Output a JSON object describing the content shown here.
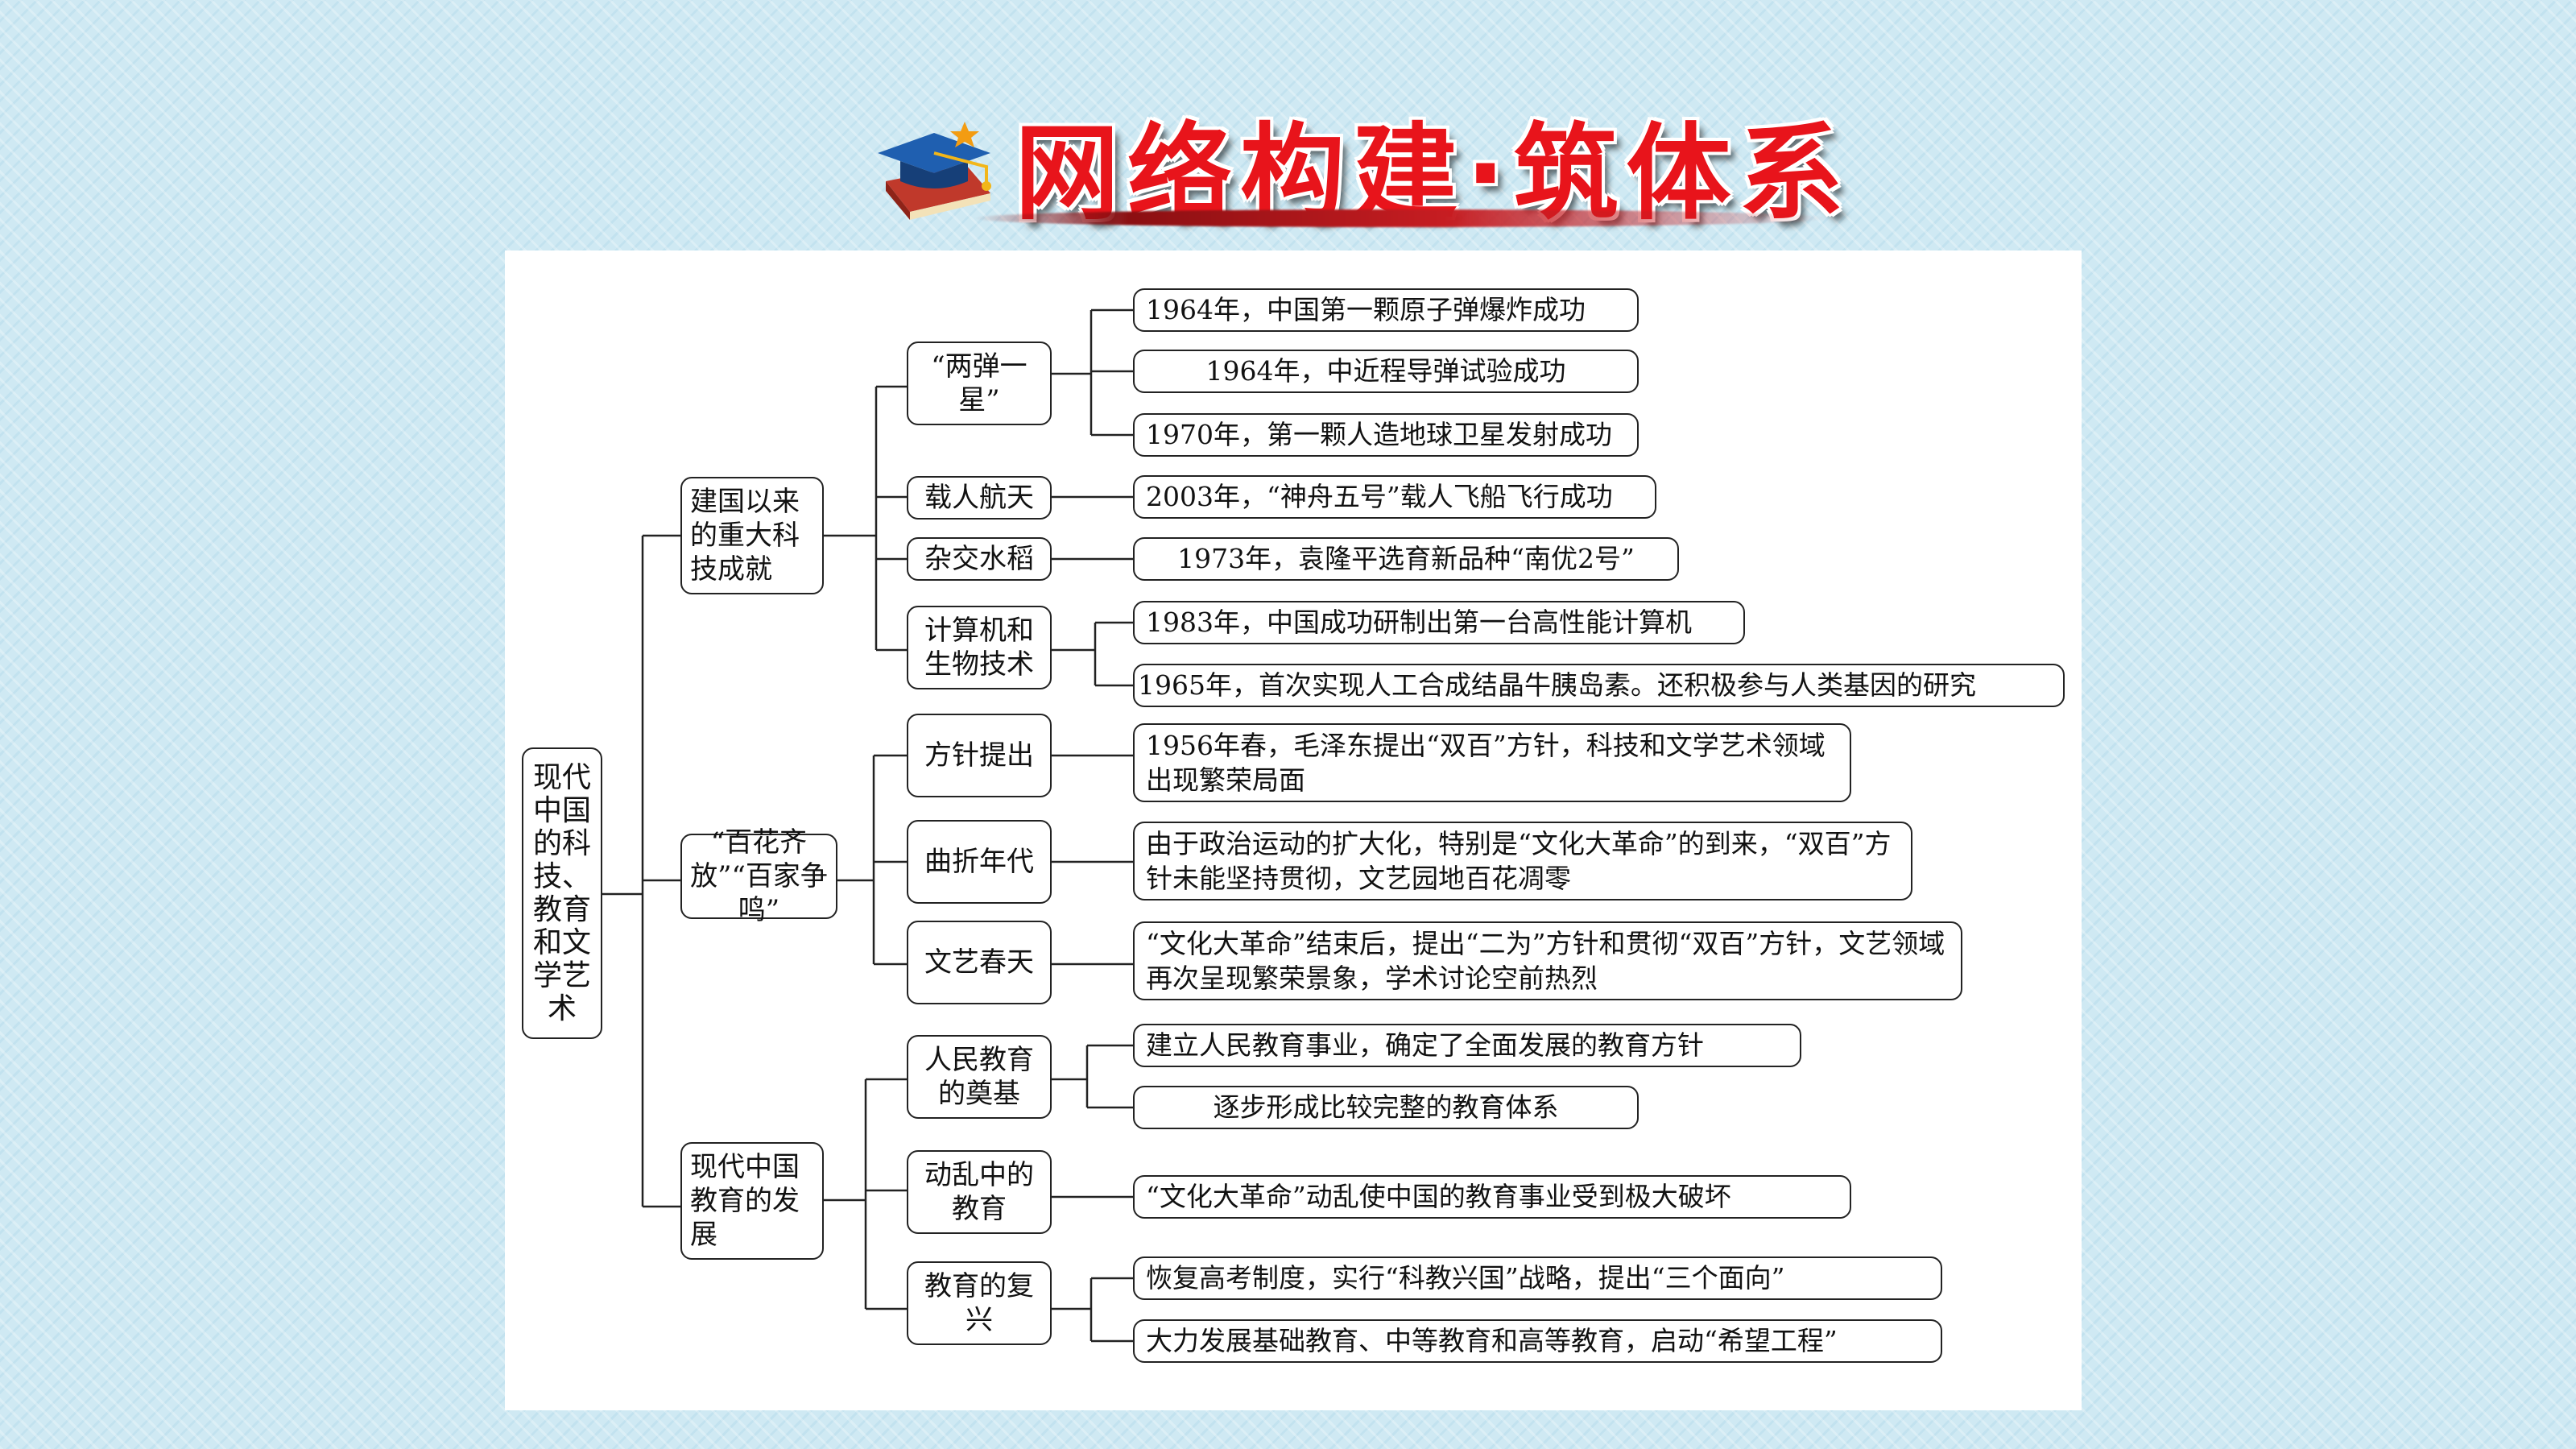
{
  "header": {
    "title": "网络构建·筑体系",
    "logo_icon": "graduation-cap-on-book-icon"
  },
  "diagram": {
    "root": "现代中国的科技、教育和文学艺术",
    "branches": [
      {
        "label": "建国以来的重大科技成就",
        "groups": [
          {
            "label": "“两弹一星”",
            "items": [
              "1964年，中国第一颗原子弹爆炸成功",
              "1964年，中近程导弹试验成功",
              "1970年，第一颗人造地球卫星发射成功"
            ]
          },
          {
            "label": "载人航天",
            "items": [
              "2003年，“神舟五号”载人飞船飞行成功"
            ]
          },
          {
            "label": "杂交水稻",
            "items": [
              "1973年，袁隆平选育新品种“南优2号”"
            ]
          },
          {
            "label": "计算机和生物技术",
            "items": [
              "1983年，中国成功研制出第一台高性能计算机",
              "1965年，首次实现人工合成结晶牛胰岛素。还积极参与人类基因的研究"
            ]
          }
        ]
      },
      {
        "label": "“百花齐放”“百家争鸣”",
        "groups": [
          {
            "label": "方针提出",
            "items": [
              "1956年春，毛泽东提出“双百”方针，科技和文学艺术领域出现繁荣局面"
            ]
          },
          {
            "label": "曲折年代",
            "items": [
              "由于政治运动的扩大化，特别是“文化大革命”的到来，“双百”方针未能坚持贯彻，文艺园地百花凋零"
            ]
          },
          {
            "label": "文艺春天",
            "items": [
              "“文化大革命”结束后，提出“二为”方针和贯彻“双百”方针，文艺领域再次呈现繁荣景象，学术讨论空前热烈"
            ]
          }
        ]
      },
      {
        "label": "现代中国教育的发展",
        "groups": [
          {
            "label": "人民教育的奠基",
            "items": [
              "建立人民教育事业，确定了全面发展的教育方针",
              "逐步形成比较完整的教育体系"
            ]
          },
          {
            "label": "动乱中的教育",
            "items": [
              "“文化大革命”动乱使中国的教育事业受到极大破坏"
            ]
          },
          {
            "label": "教育的复兴",
            "items": [
              "恢复高考制度，实行“科教兴国”战略，提出“三个面向”",
              "大力发展基础教育、中等教育和高等教育，启动“希望工程”"
            ]
          }
        ]
      }
    ]
  }
}
